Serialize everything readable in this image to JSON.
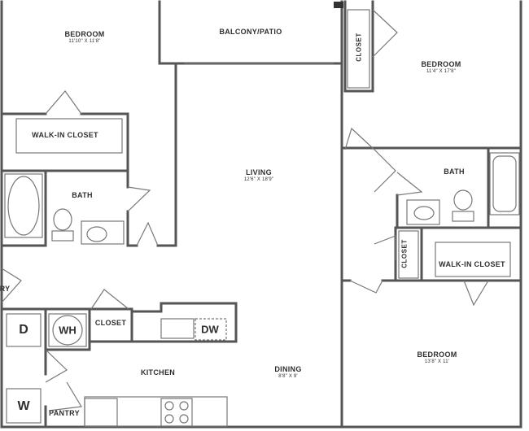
{
  "rooms": {
    "bedroom_top_left": {
      "name": "BEDROOM",
      "dim": "11'10\" X 11'8\""
    },
    "balcony": {
      "name": "BALCONY/PATIO"
    },
    "bedroom_top_right": {
      "name": "BEDROOM",
      "dim": "11'4\" X 17'8\""
    },
    "closet_top": {
      "name": "CLOSET"
    },
    "walkin_left": {
      "name": "WALK-IN CLOSET"
    },
    "bath_left": {
      "name": "BATH"
    },
    "living": {
      "name": "LIVING",
      "dim": "12'6\" X 18'9\""
    },
    "bath_right": {
      "name": "BATH"
    },
    "closet_mid": {
      "name": "CLOSET"
    },
    "walkin_right": {
      "name": "WALK-IN CLOSET"
    },
    "closet_kitchen": {
      "name": "CLOSET"
    },
    "kitchen": {
      "name": "KITCHEN"
    },
    "dining": {
      "name": "DINING",
      "dim": "8'8\" X 9'"
    },
    "bedroom_bottom_right": {
      "name": "BEDROOM",
      "dim": "13'8\" X 11'"
    },
    "pantry": {
      "name": "PANTRY"
    },
    "partial_left": {
      "name": "RY"
    }
  },
  "appliances": {
    "dryer": "D",
    "water_heater": "WH",
    "dishwasher": "DW",
    "washer": "W"
  },
  "colors": {
    "wall": "#555555",
    "line": "#888888",
    "text": "#2f2f2f"
  }
}
